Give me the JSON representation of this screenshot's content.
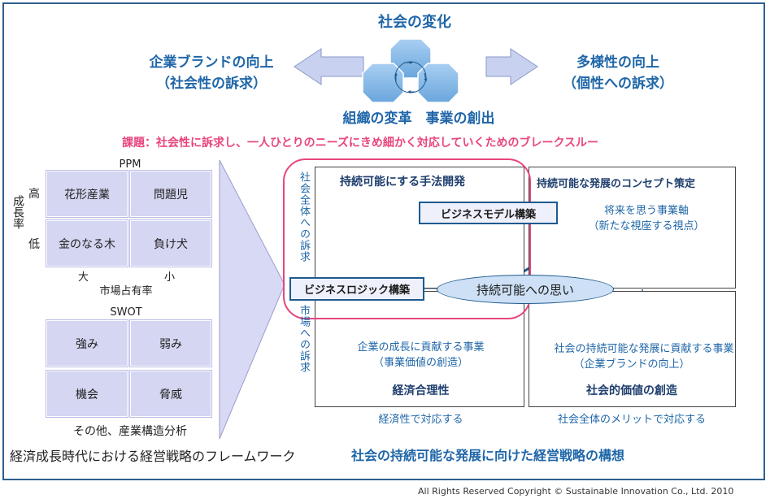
{
  "top": {
    "change": "社会の変化",
    "left_line1": "企業ブランドの向上",
    "left_line2": "（社会性の訴求）",
    "right_line1": "多様性の向上",
    "right_line2": "（個性への訴求）",
    "bottom": "組織の変革　事業の創出",
    "challenge": "課題：社会性に訴求し、一人ひとりのニーズにきめ細かく対応していくためのブレークスルー"
  },
  "ppm": {
    "title": "PPM",
    "y_axis": "成長率",
    "high": "高",
    "low": "低",
    "cells": [
      "花形産業",
      "問題児",
      "金のなる木",
      "負け犬"
    ],
    "large": "大",
    "small": "小",
    "x_axis": "市場占有率"
  },
  "swot": {
    "title": "SWOT",
    "cells": [
      "強み",
      "弱み",
      "機会",
      "脅威"
    ]
  },
  "left_footer": {
    "other": "その他、産業構造分析",
    "caption": "経済成長時代における経営戦略のフレームワーク"
  },
  "right": {
    "vertical_top": "社会全体への訴求",
    "vertical_bottom": "市場への訴求",
    "q_tl_title": "持続可能にする手法開発",
    "q_tr_title": "持続可能な発展のコンセプト策定",
    "business_model": "ビジネスモデル構築",
    "future_line1": "将来を思う事業軸",
    "future_line2": "（新たな視座する視点）",
    "business_logic": "ビジネスロジック構築",
    "sustain_thought": "持続可能への思い",
    "q_bl_line1": "企業の成長に貢献する事業",
    "q_bl_line2": "（事業価値の創造）",
    "q_bl_title": "経済合理性",
    "q_br_line1": "社会の持続可能な発展に貢献する事業",
    "q_br_line2": "（企業ブランドの向上）",
    "q_br_title": "社会的価値の創造",
    "below_left": "経済性で対応する",
    "below_right": "社会全体のメリットで対応する",
    "caption": "社会の持続可能な発展に向けた経営戦略の構想"
  },
  "copyright": "All Rights Reserved Copyright ©  Sustainable Innovation Co., Ltd.  2010",
  "colors": {
    "accent_blue": "#1f66a8",
    "pink": "#e8457e",
    "cell": "#d5d6f2"
  }
}
